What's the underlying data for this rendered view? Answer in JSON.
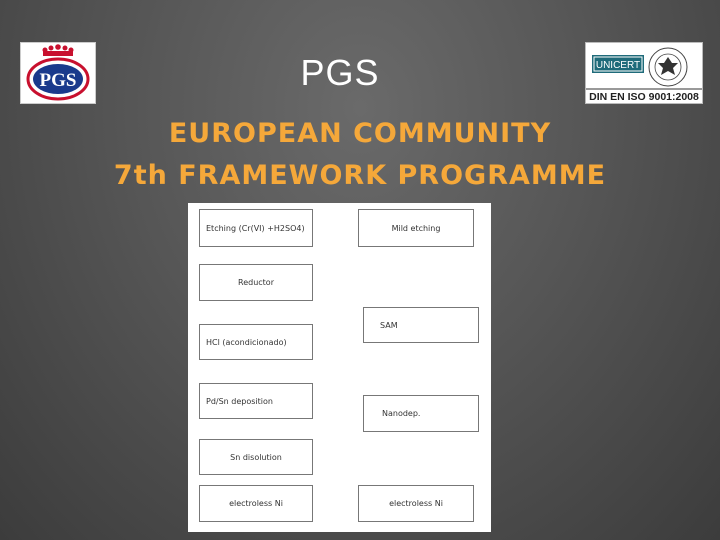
{
  "header": {
    "title": "PGS",
    "logo_left_text": "PGS",
    "logo_right_cert": "UNICERT",
    "logo_right_standard": "DIN EN ISO 9001:2008"
  },
  "subtitle": {
    "line1": "EUROPEAN COMMUNITY",
    "line2": "7th FRAMEWORK PROGRAMME"
  },
  "diagram": {
    "steps": {
      "etching": "Etching (Cr(VI) +H2SO4)",
      "mild_etching": "Mild etching",
      "reductor": "Reductor",
      "sam": "SAM",
      "hcl": "HCl (acondicionado)",
      "pdsn": "Pd/Sn deposition",
      "nanodep": "Nanodep.",
      "sn_dissolution": "Sn disolution",
      "electroless_left": "electroless Ni",
      "electroless_right": "electroless Ni"
    }
  }
}
